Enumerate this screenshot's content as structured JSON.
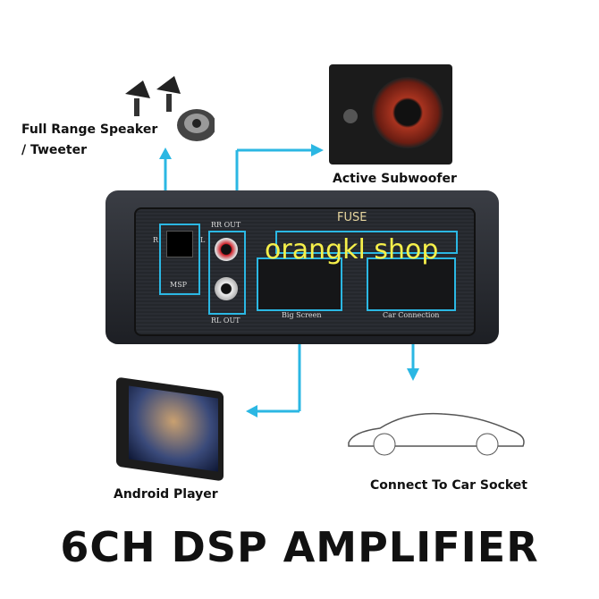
{
  "labels": {
    "speaker": "Full Range Speaker",
    "speaker2": "/ Tweeter",
    "subwoofer": "Active Subwoofer",
    "android": "Android Player",
    "car": "Connect To Car Socket"
  },
  "amp": {
    "rr_out": "RR OUT",
    "rl_out": "RL OUT",
    "msp": "MSP",
    "r": "R",
    "l": "L",
    "fuse": "FUSE",
    "big_screen": "Big Screen",
    "car_connection": "Car Connection"
  },
  "watermark": "orangkl shop",
  "title": "6CH DSP AMPLIFIER",
  "colors": {
    "arrow": "#2bb7e3",
    "watermark": "#f6f04a"
  }
}
